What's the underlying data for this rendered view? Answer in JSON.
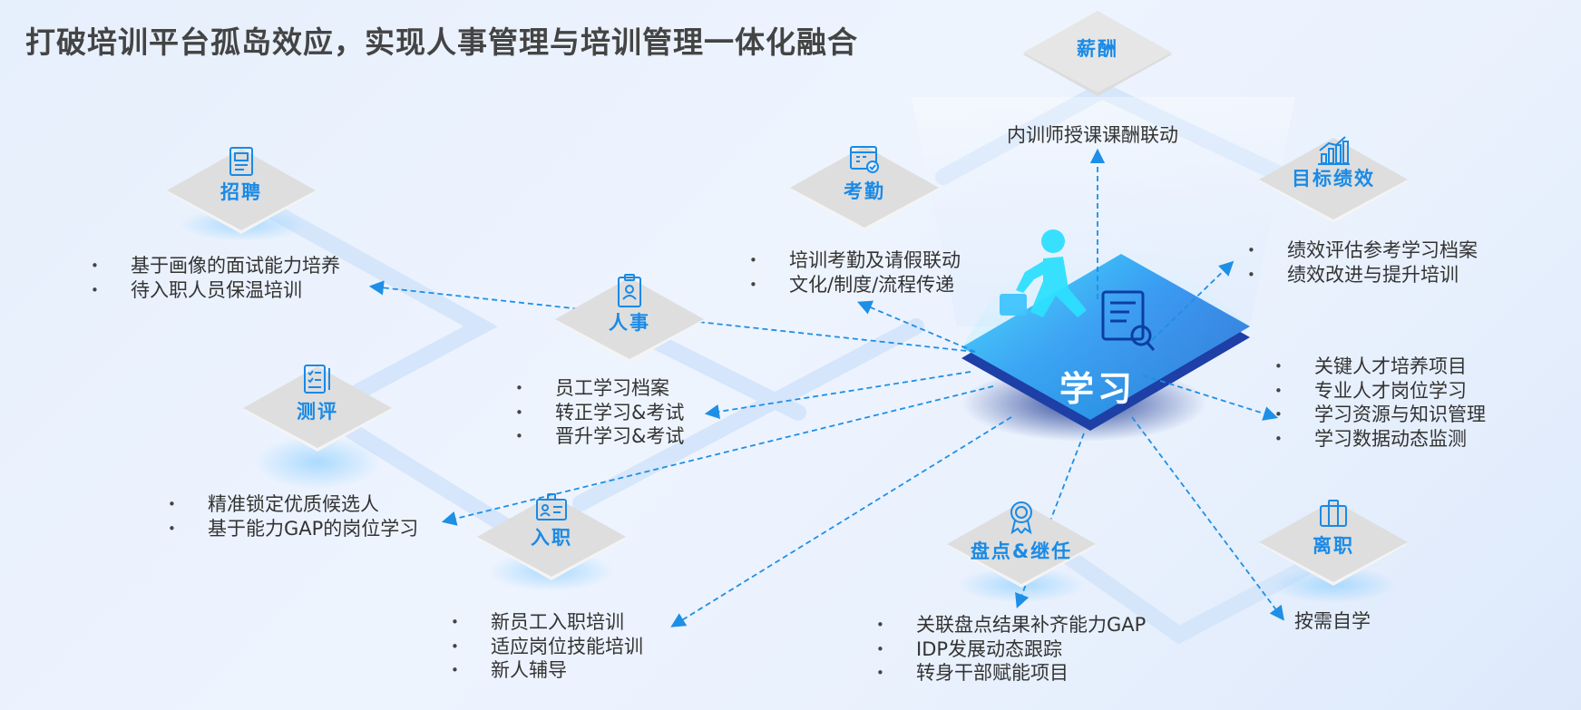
{
  "title": "打破培训平台孤岛效应，实现人事管理与培训管理一体化融合",
  "center": {
    "label": "学习"
  },
  "nodes": {
    "salary": {
      "label": "薪酬"
    },
    "recruit": {
      "label": "招聘"
    },
    "attendance": {
      "label": "考勤"
    },
    "performance": {
      "label": "目标绩效"
    },
    "hr": {
      "label": "人事"
    },
    "assessment": {
      "label": "测评"
    },
    "onboard": {
      "label": "入职"
    },
    "inventory": {
      "label": "盘点&继任"
    },
    "leave": {
      "label": "离职"
    }
  },
  "texts": {
    "salary": [
      "内训师授课课酬联动"
    ],
    "recruit": [
      "基于画像的面试能力培养",
      "待入职人员保温培训"
    ],
    "attendance": [
      "培训考勤及请假联动",
      "文化/制度/流程传递"
    ],
    "performance": [
      "绩效评估参考学习档案",
      "绩效改进与提升培训"
    ],
    "talent": [
      "关键人才培养项目",
      "专业人才岗位学习",
      "学习资源与知识管理",
      "学习数据动态监测"
    ],
    "hr": [
      "员工学习档案",
      "转正学习&考试",
      "晋升学习&考试"
    ],
    "assessment": [
      "精准锁定优质候选人",
      "基于能力GAP的岗位学习"
    ],
    "onboard": [
      "新员工入职培训",
      "适应岗位技能培训",
      "新人辅导"
    ],
    "inventory": [
      "关联盘点结果补齐能力GAP",
      "IDP发展动态跟踪",
      "转身干部赋能项目"
    ],
    "leave": [
      "按需自学"
    ]
  },
  "colors": {
    "accent": "#1a8ae6",
    "arrow": "#1e8fe6",
    "platform": "#2b6fd6"
  }
}
